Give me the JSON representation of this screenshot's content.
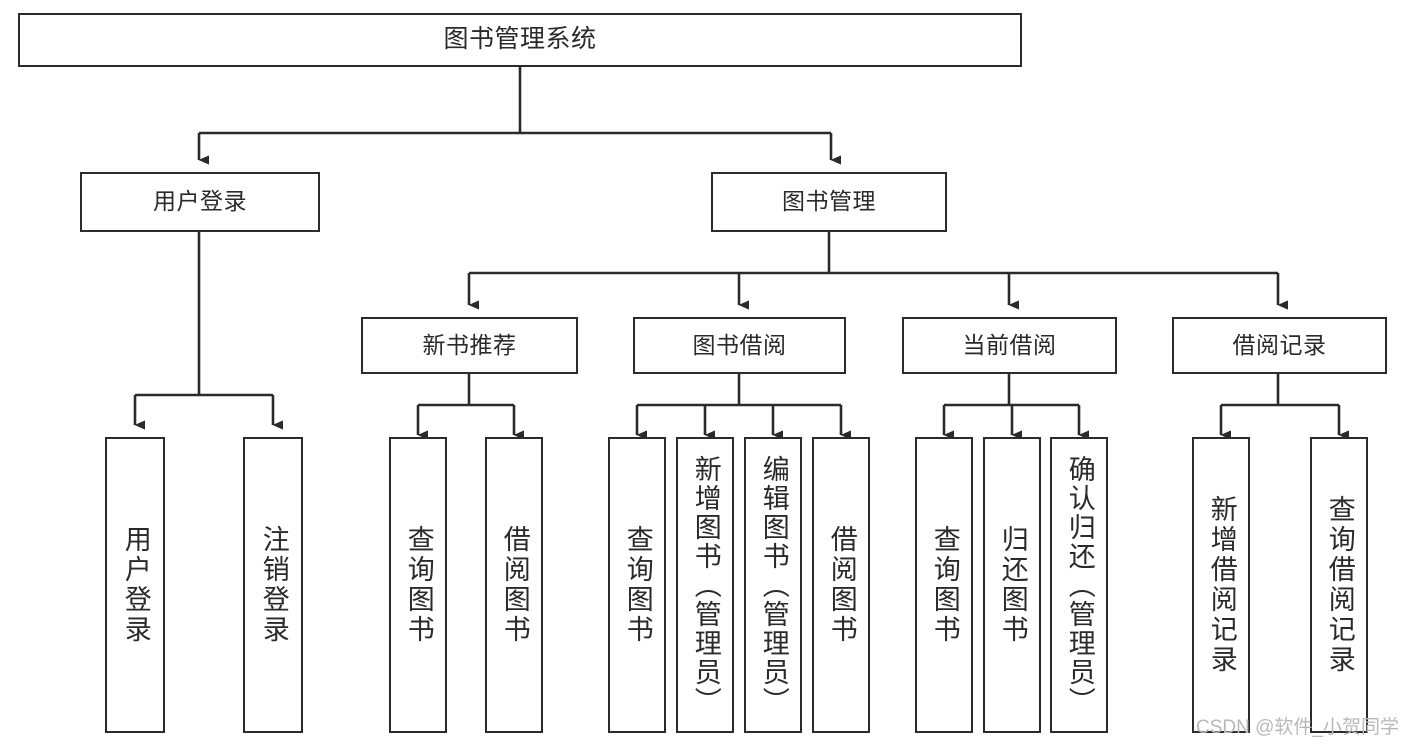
{
  "diagram": {
    "title": "图书管理系统",
    "type": "hierarchy-tree",
    "watermark": "CSDN @软件_小贺同学",
    "colors": {
      "box_border": "#2b2b2b",
      "box_fill": "#ffffff",
      "connector": "#2b2b2b",
      "text": "#2a2a2a",
      "watermark": "#b9b9b9",
      "background": "#ffffff"
    },
    "nodes": {
      "root": {
        "label": "图书管理系统"
      },
      "level2": [
        {
          "label": "用户登录"
        },
        {
          "label": "图书管理"
        }
      ],
      "level3": [
        {
          "label": "新书推荐"
        },
        {
          "label": "图书借阅"
        },
        {
          "label": "当前借阅"
        },
        {
          "label": "借阅记录"
        }
      ],
      "leaves": {
        "user_login": [
          {
            "label": "用户登录"
          },
          {
            "label": "注销登录"
          }
        ],
        "new_book_recommend": [
          {
            "label": "查询图书"
          },
          {
            "label": "借阅图书"
          }
        ],
        "book_borrow": [
          {
            "label": "查询图书"
          },
          {
            "label": "新增图书（管理员）"
          },
          {
            "label": "编辑图书（管理员）"
          },
          {
            "label": "借阅图书"
          }
        ],
        "current_borrow": [
          {
            "label": "查询图书"
          },
          {
            "label": "归还图书"
          },
          {
            "label": "确认归还（管理员）"
          }
        ],
        "borrow_record": [
          {
            "label": "新增借阅记录"
          },
          {
            "label": "查询借阅记录"
          }
        ]
      }
    }
  }
}
